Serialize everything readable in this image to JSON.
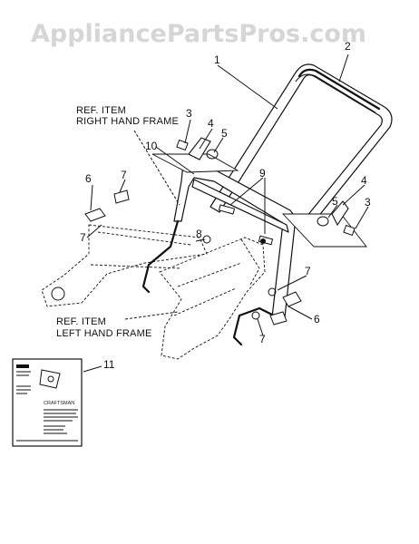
{
  "watermark": "AppliancePartsPros.com",
  "callouts": {
    "c1": "1",
    "c2": "2",
    "c3a": "3",
    "c3b": "3",
    "c4a": "4",
    "c4b": "4",
    "c5a": "5",
    "c5b": "5",
    "c6a": "6",
    "c6b": "6",
    "c7a": "7",
    "c7b": "7",
    "c7c": "7",
    "c7d": "7",
    "c8": "8",
    "c9": "9",
    "c10": "10",
    "c11": "11"
  },
  "ref_labels": {
    "right_frame_line1": "REF. ITEM",
    "right_frame_line2": "RIGHT HAND FRAME",
    "left_frame_line1": "REF. ITEM",
    "left_frame_line2": "LEFT HAND FRAME"
  },
  "manual": {
    "brand": "CRAFTSMAN"
  }
}
